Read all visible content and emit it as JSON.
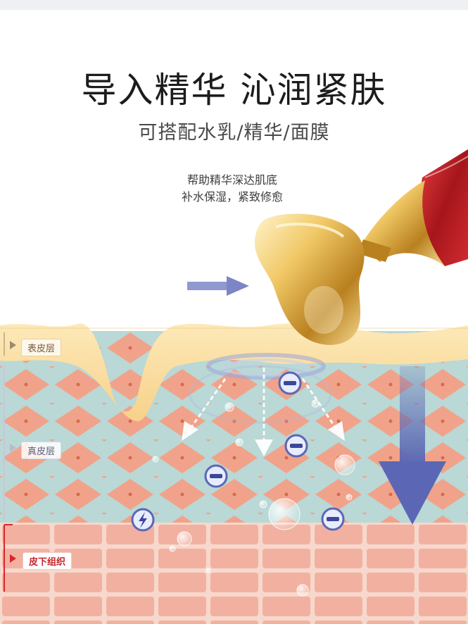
{
  "headline": "导入精华 沁润紧肤",
  "subheadline": "可搭配水乳/精华/面膜",
  "description": [
    "帮助精华深达肌底",
    "补水保湿，紧致修愈"
  ],
  "layers": {
    "epidermis": "表皮层",
    "dermis": "真皮层",
    "subcutaneous": "皮下组织"
  },
  "colors": {
    "epidermis": "#f7d896",
    "dermis_cell": "#f0a38a",
    "dermis_mesh": "#b9d8d6",
    "subcutaneous": "#f2b1a0",
    "arrow": "#5b67b4",
    "accent_red": "#c8262c",
    "gold": "#d9a53b",
    "wand_red": "#b11b21"
  },
  "icons": [
    "minus-ion-icon",
    "lightning-ion-icon",
    "push-arrow-icon",
    "down-arrow-icon"
  ]
}
